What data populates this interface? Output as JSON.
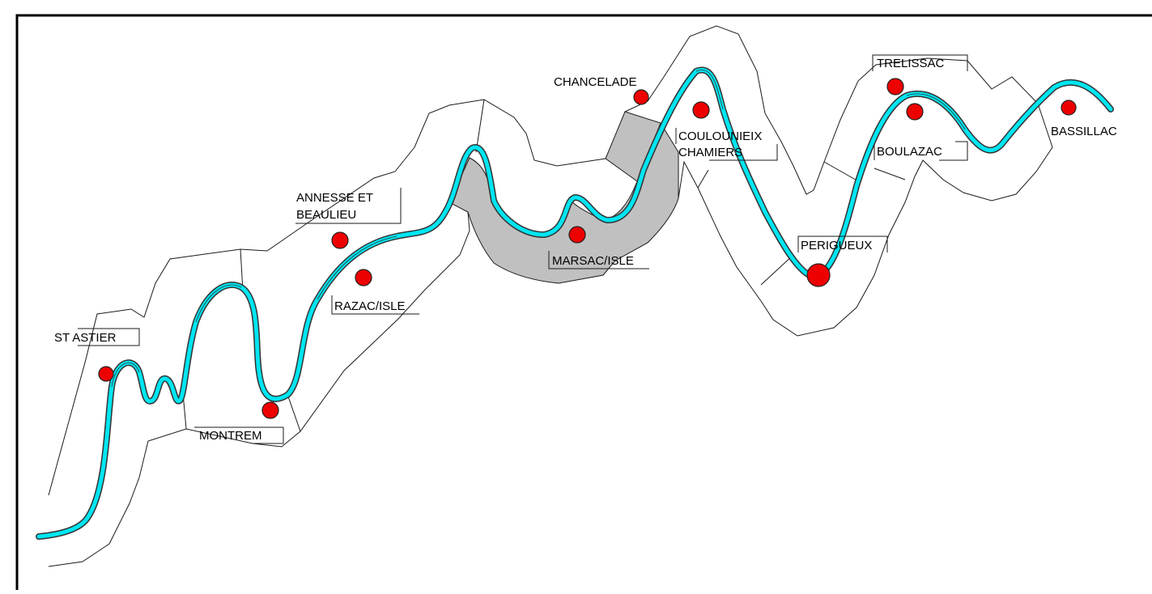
{
  "map": {
    "colors": {
      "river": "#00e5f0",
      "river_outline": "#333333",
      "town_marker": "#ee0000",
      "highlighted_commune": "#c0c0c0",
      "boundary": "#1a1a1a",
      "frame": "#000000"
    },
    "towns": [
      {
        "id": "st-astier",
        "label": "ST ASTIER"
      },
      {
        "id": "montrem",
        "label": "MONTREM"
      },
      {
        "id": "annesse",
        "label_line1": "ANNESSE ET",
        "label_line2": "BEAULIEU"
      },
      {
        "id": "razac",
        "label": "RAZAC/ISLE"
      },
      {
        "id": "marsac",
        "label": "MARSAC/ISLE"
      },
      {
        "id": "chancelade",
        "label": "CHANCELADE"
      },
      {
        "id": "coulounieix",
        "label_line1": "COULOUNIEIX",
        "label_line2": "CHAMIERS"
      },
      {
        "id": "perigueux",
        "label": "PERIGUEUX"
      },
      {
        "id": "trelissac",
        "label": "TRELISSAC"
      },
      {
        "id": "boulazac",
        "label": "BOULAZAC"
      },
      {
        "id": "bassillac",
        "label": "BASSILLAC"
      }
    ]
  }
}
